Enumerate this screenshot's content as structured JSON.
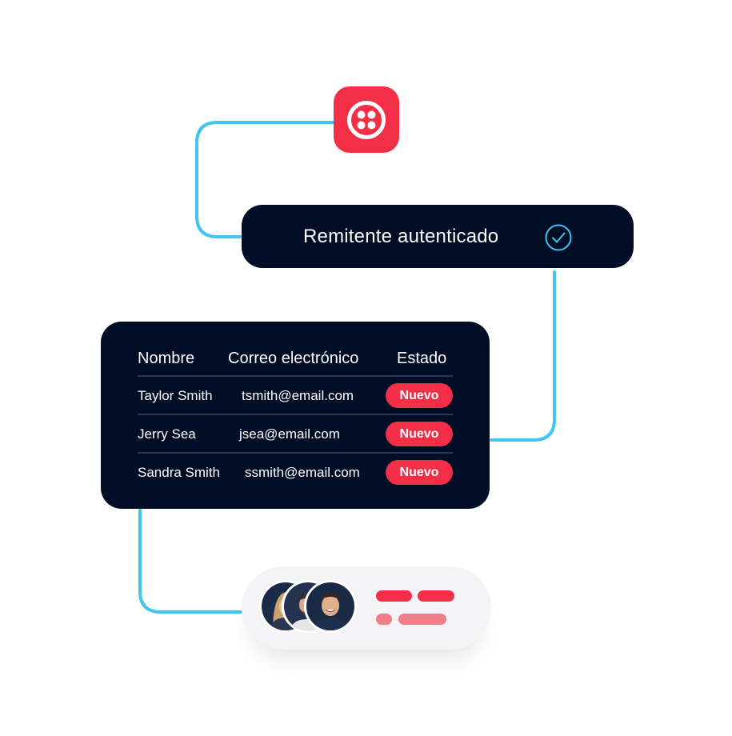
{
  "brand": {
    "accent": "#f22f46",
    "connector": "#3fc5f0",
    "card_bg": "#000d25"
  },
  "logo": {
    "icon": "twilio-logo-icon"
  },
  "auth": {
    "label": "Remitente autenticado",
    "icon": "check-circle-icon"
  },
  "table": {
    "headers": [
      "Nombre",
      "Correo electrónico",
      "Estado"
    ],
    "rows": [
      {
        "name": "Taylor Smith",
        "email": "tsmith@email.com",
        "status": "Nuevo"
      },
      {
        "name": "Jerry Sea",
        "email": "jsea@email.com",
        "status": "Nuevo"
      },
      {
        "name": "Sandra Smith",
        "email": "ssmith@email.com",
        "status": "Nuevo"
      }
    ]
  },
  "contacts": {
    "avatars": [
      "avatar-woman",
      "avatar-man-beard",
      "avatar-man-smiling"
    ],
    "placeholder_colors": [
      "#f22f46",
      "#f27d8a"
    ]
  }
}
